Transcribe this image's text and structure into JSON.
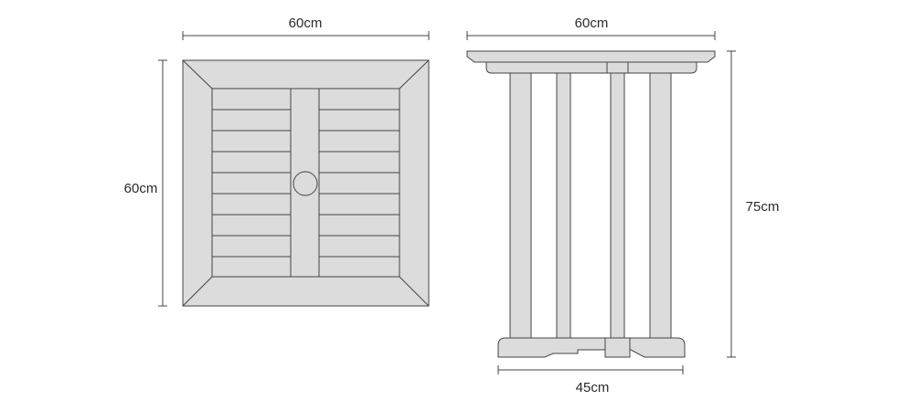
{
  "colors": {
    "wood": "#dcdcdc",
    "outline": "#444444",
    "text": "#2a2a2a",
    "background": "#ffffff"
  },
  "top_view": {
    "width_label": "60cm",
    "depth_label": "60cm"
  },
  "side_view": {
    "width_label": "60cm",
    "height_label": "75cm",
    "base_label": "45cm"
  }
}
